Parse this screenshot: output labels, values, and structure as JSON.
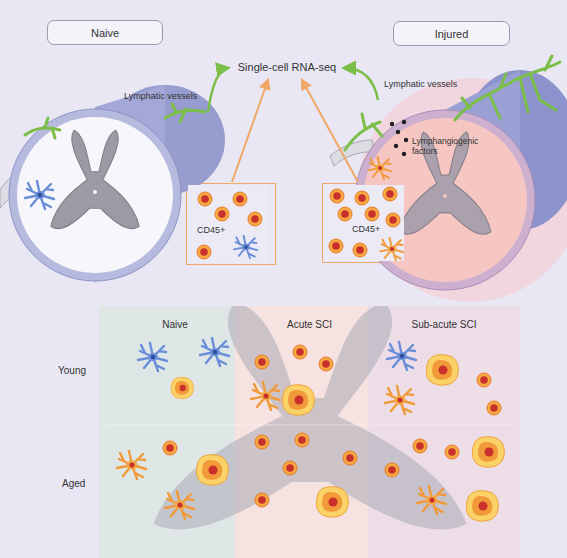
{
  "diagram": {
    "nodes": [
      {
        "text": [
          "Naive"
        ]
      },
      {
        "text": [
          "Injured"
        ]
      },
      {
        "text": [
          "CD45+"
        ]
      },
      {
        "text": [
          "CD45+"
        ]
      },
      {
        "text": [
          "Naive"
        ]
      },
      {
        "text": [
          "Acute SCI"
        ]
      },
      {
        "text": [
          "Sub-acute SCI"
        ]
      }
    ],
    "labels": [
      "Single-cell RNA-seq",
      "Lymphatic vessels",
      "Lymphatic vessels",
      "Lymphangiogenic factors",
      "Young",
      "Aged"
    ]
  }
}
